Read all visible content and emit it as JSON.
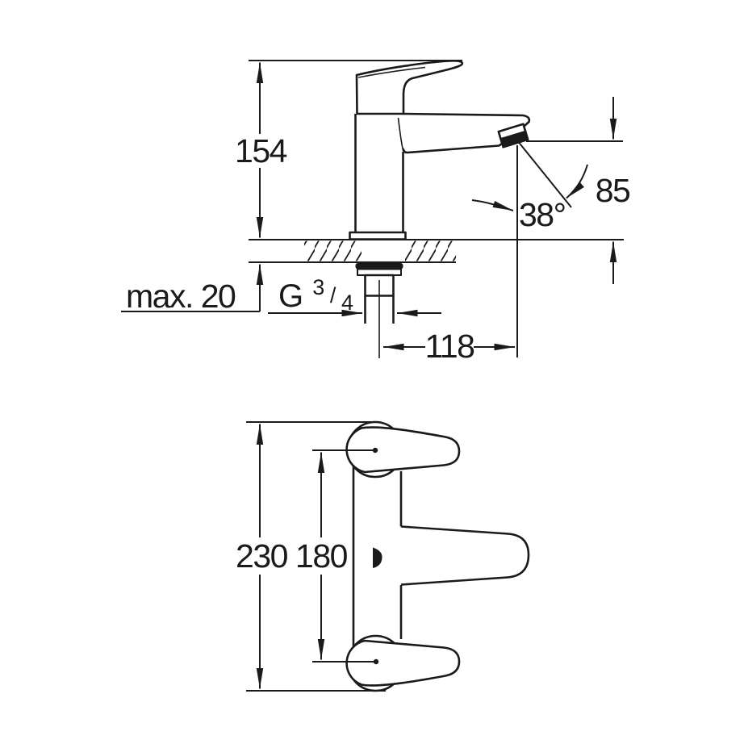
{
  "drawing": {
    "side_view": {
      "height": "154",
      "spout_height": "85",
      "spout_angle": "38°",
      "max_deck_thickness": "max. 20",
      "thread": {
        "prefix": "G",
        "numerator": "3",
        "slash": "/",
        "denominator": "4"
      },
      "spout_reach": "118"
    },
    "top_view": {
      "overall_height": "230",
      "handle_distance": "180"
    },
    "colors": {
      "line": "#1a1a1a",
      "background": "#ffffff"
    }
  }
}
